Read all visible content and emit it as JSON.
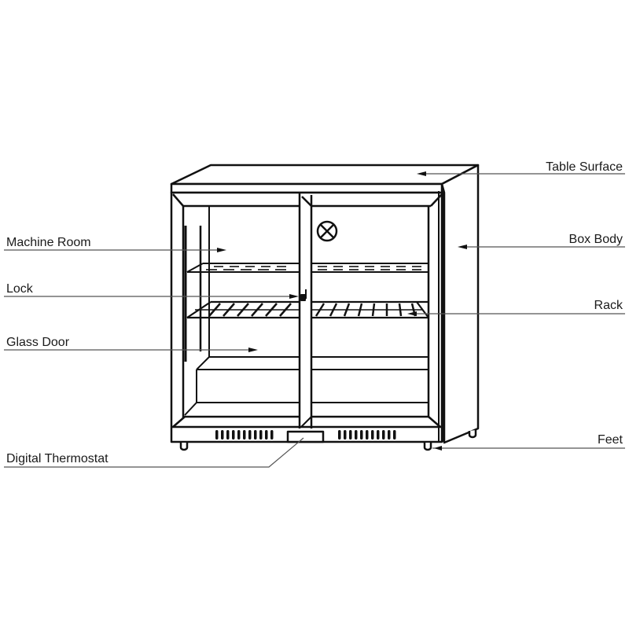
{
  "diagram": {
    "subject": "Back bar cooler with two sliding glass doors",
    "labels": {
      "table_surface": "Table Surface",
      "box_body": "Box Body",
      "rack": "Rack",
      "feet": "Feet",
      "machine_room": "Machine Room",
      "lock": "Lock",
      "glass_door": "Glass Door",
      "digital_thermostat": "Digital Thermostat"
    },
    "colors": {
      "line": "#111111",
      "leader": "#555555",
      "background": "#ffffff"
    }
  }
}
